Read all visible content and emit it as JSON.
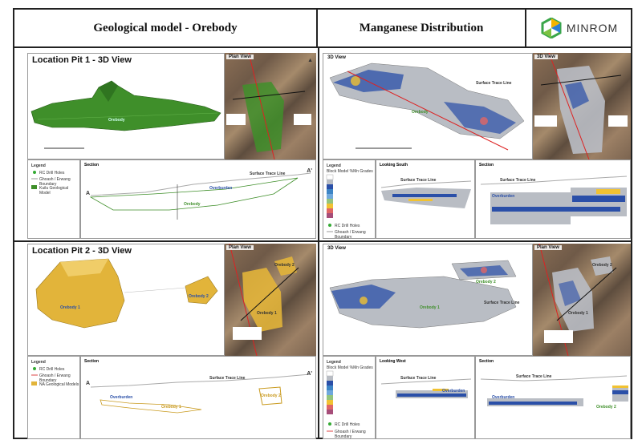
{
  "header": {
    "left_title": "Geological model - Orebody",
    "right_title": "Manganese Distribution",
    "logo_text": "MINROM"
  },
  "pit1": {
    "title": "Location Pit 1 - 3D View",
    "plan_view": "Plan View",
    "orebody_label": "Orebody",
    "legend_title": "Legend",
    "legend_items": [
      "RC Drill Holes",
      "Ghoash / Erwang Boundary",
      "Kuilu Geological Model"
    ],
    "section_title": "Section",
    "overburden": "Overburden",
    "surface_trace": "Surface Trace Line",
    "a_label": "A",
    "a2_label": "A'"
  },
  "pit2": {
    "title": "Location Pit 2 - 3D View",
    "plan_view": "Plan View",
    "orebody1": "Orebody 1",
    "orebody2": "Orebody 2",
    "legend_title": "Legend",
    "legend_items": [
      "RC Drill Holes",
      "Ghoash / Erwang Boundary",
      "NA Geological Models"
    ],
    "section_title": "Section",
    "overburden": "Overburden",
    "surface_trace": "Surface Trace Line",
    "a_label": "A",
    "a2_label": "A'"
  },
  "mn1": {
    "view_title": "3D View",
    "plan_title": "3D View",
    "surface_trace": "Surface Trace Line",
    "orebody": "Orebody",
    "legend_title": "Legend",
    "legend_sub": "Block Model %Mn Grades",
    "legend_items": [
      "RC Drill Holes",
      "Ghoash / Erwang Boundary"
    ],
    "looking": "Looking South",
    "section_title": "Section",
    "overburden": "Overburden"
  },
  "mn2": {
    "view_title": "3D View",
    "plan_title": "Plan View",
    "surface_trace": "Surface Trace Line",
    "orebody1": "Orebody 1",
    "orebody2": "Orebody 2",
    "legend_title": "Legend",
    "legend_sub": "Block Model %Mn Grades",
    "legend_items": [
      "RC Drill Holes",
      "Ghoash / Erwang Boundary"
    ],
    "looking": "Looking West",
    "section_title": "Section",
    "overburden": "Overburden"
  },
  "colors": {
    "green_model": "#3f8f2a",
    "gold_model": "#e2b43a",
    "block_grey": "#b9bdc4",
    "block_blue": "#2a4fa8"
  }
}
